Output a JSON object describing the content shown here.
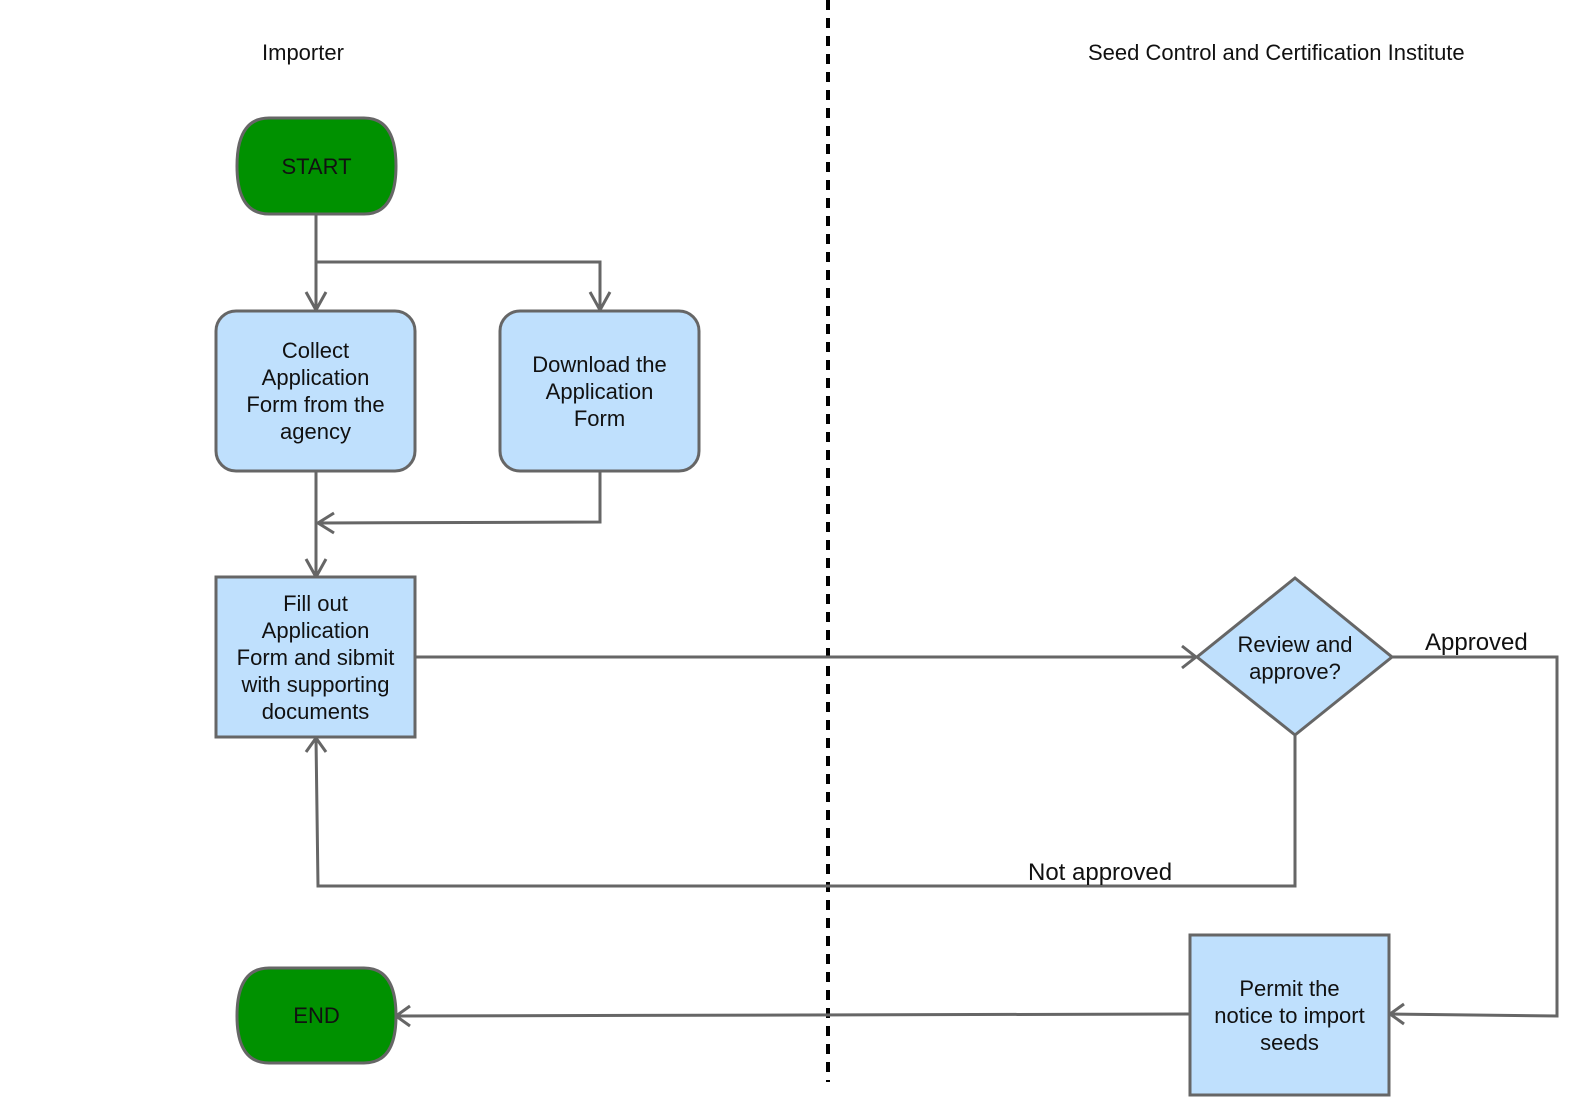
{
  "lanes": {
    "left_title": "Importer",
    "right_title": "Seed Control and Certification Institute"
  },
  "nodes": {
    "start": "START",
    "collect": "Collect\nApplication\nForm from the\nagency",
    "download": "Download the\nApplication\nForm",
    "fill": "Fill out\nApplication\nForm and sibmit\nwith supporting\ndocuments",
    "review": "Review and\napprove?",
    "permit": "Permit the\nnotice to import\nseeds",
    "end": "END"
  },
  "edges": {
    "approved": "Approved",
    "not_approved": "Not approved"
  },
  "colors": {
    "terminal_fill": "#009100",
    "process_fill": "#bfe0fd",
    "stroke": "#666666",
    "divider": "#000000"
  }
}
